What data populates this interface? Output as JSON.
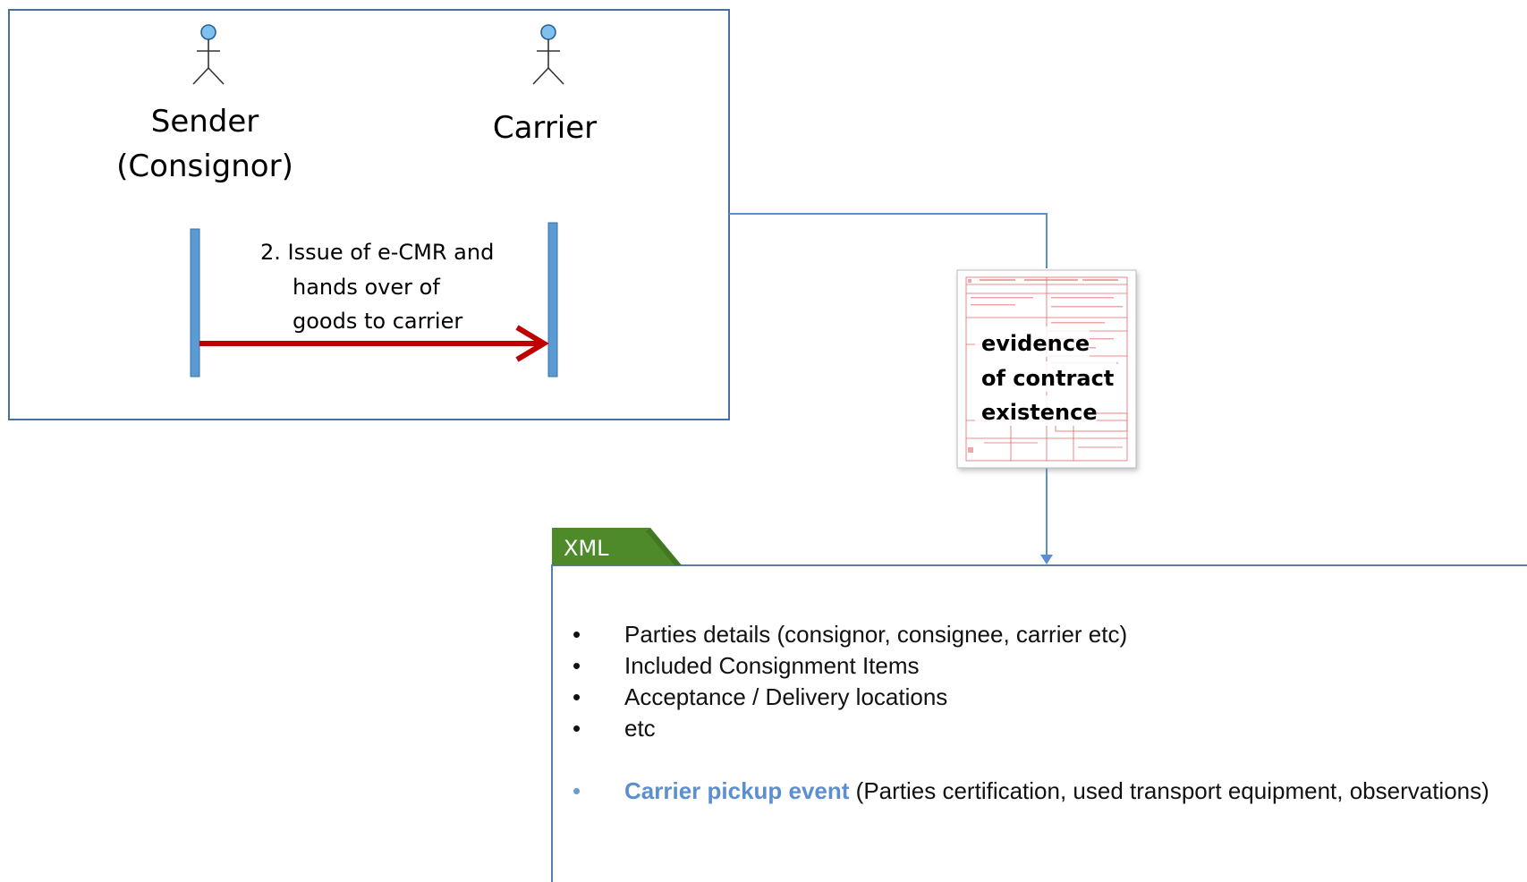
{
  "actors": {
    "sender": {
      "name_line1": "Sender",
      "name_line2": "(Consignor)"
    },
    "carrier": {
      "name": "Carrier"
    }
  },
  "message": {
    "line1": "2. Issue of e-CMR and",
    "line2": "hands over of",
    "line3": "goods to carrier"
  },
  "document": {
    "line1": "evidence",
    "line2": "of contract",
    "line3": "existence"
  },
  "xml": {
    "tab_label": "XML",
    "items": [
      "Parties details (consignor, consignee, carrier etc)",
      "Included Consignment Items",
      "Acceptance / Delivery locations",
      "etc"
    ],
    "event": {
      "title": "Carrier pickup event",
      "detail": "(Parties certification, used transport equipment, observations)"
    },
    "bullet": "•"
  },
  "colors": {
    "frame_border": "#4a6f9c",
    "connector": "#5b8fd0",
    "lifeline": "#5b9bd5",
    "arrow": "#c00000",
    "xml_tab": "#4e8a2a",
    "actor_head": "#7ec0ee"
  }
}
